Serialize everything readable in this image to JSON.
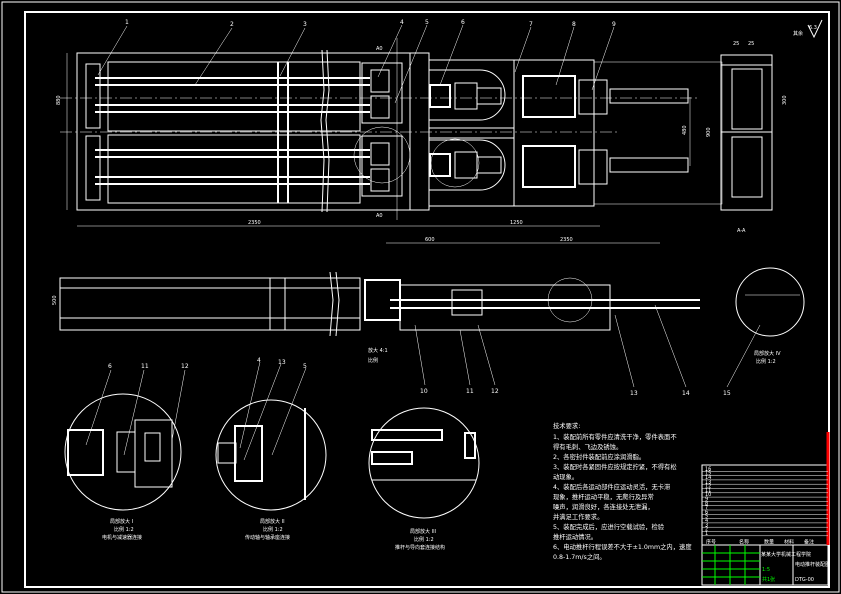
{
  "drawing": {
    "roughness_note": "其余",
    "roughness_value": "6.3",
    "part_labels_top": [
      "1",
      "2",
      "3",
      "4",
      "5",
      "6",
      "7",
      "8",
      "9"
    ],
    "part_labels_side": [
      "10",
      "11",
      "12",
      "13",
      "14",
      "15"
    ],
    "detail_1_labels": [
      "6",
      "11",
      "12"
    ],
    "detail_2_labels": [
      "4",
      "13",
      "5"
    ],
    "section_labels": {
      "top": "A0",
      "bottom": "A0",
      "side_view": "A-A"
    },
    "dimensions": {
      "overall_left": "2350",
      "overall_right": "1250",
      "height_left": "880",
      "spacing": "480",
      "right_height": "900",
      "side_height": "500",
      "side_top": "2350",
      "side_mid": "600",
      "end_view_top_a": "25",
      "end_view_top_b": "25",
      "end_view_right": "300"
    },
    "end_view_caption": "A-A",
    "side_caption": [
      "放大 4:1",
      "比例"
    ],
    "details": [
      {
        "title": "局部放大 I",
        "scale": "比例 1:2",
        "caption": "电机与减速器连接"
      },
      {
        "title": "局部放大 II",
        "scale": "比例 1:2",
        "caption": "传动轴与轴承座连接"
      },
      {
        "title": "局部放大 III",
        "scale": "比例 1:2",
        "caption": "推杆与导向套连接结构"
      },
      {
        "title": "局部放大 IV",
        "scale": "比例 1:2"
      }
    ]
  },
  "notes": {
    "title": "技术要求:",
    "lines": [
      "1、装配前所有零件应清洗干净，零件表面不",
      "得有毛刺、飞边及锈蚀。",
      "2、各密封件装配前应涂润滑脂。",
      "3、装配时各紧固件应按规定拧紧，不得有松",
      "动现象。",
      "4、装配后各运动部件应运动灵活，无卡滞",
      "现象，推杆运动平稳，无爬行及异常",
      "噪声，润滑良好，各连接处无泄漏，",
      "并满足工作要求。",
      "5、装配完成后，应进行空载试验，检验",
      "推杆运动情况。",
      "6、电动推杆行程误差不大于±1.0mm之内，速度",
      "0.8-1.7m/s之间。"
    ]
  },
  "title_block": {
    "title": "电动推杆装配图",
    "school": "某某大学机械工程学院",
    "drawing_no": "DTG-00",
    "scale": "1:5",
    "sheet": "共1张",
    "rows": [
      "16",
      "15",
      "14",
      "13",
      "12",
      "11",
      "10",
      "9",
      "8",
      "7",
      "6",
      "5",
      "4",
      "3",
      "2",
      "1"
    ],
    "header": [
      "序号",
      "名称",
      "数量",
      "材料",
      "备注"
    ]
  },
  "colors": {
    "background": "#000000",
    "lines": "#ffffff",
    "title_block_grid": "#00ff00",
    "border_mark": "#ff0000"
  }
}
